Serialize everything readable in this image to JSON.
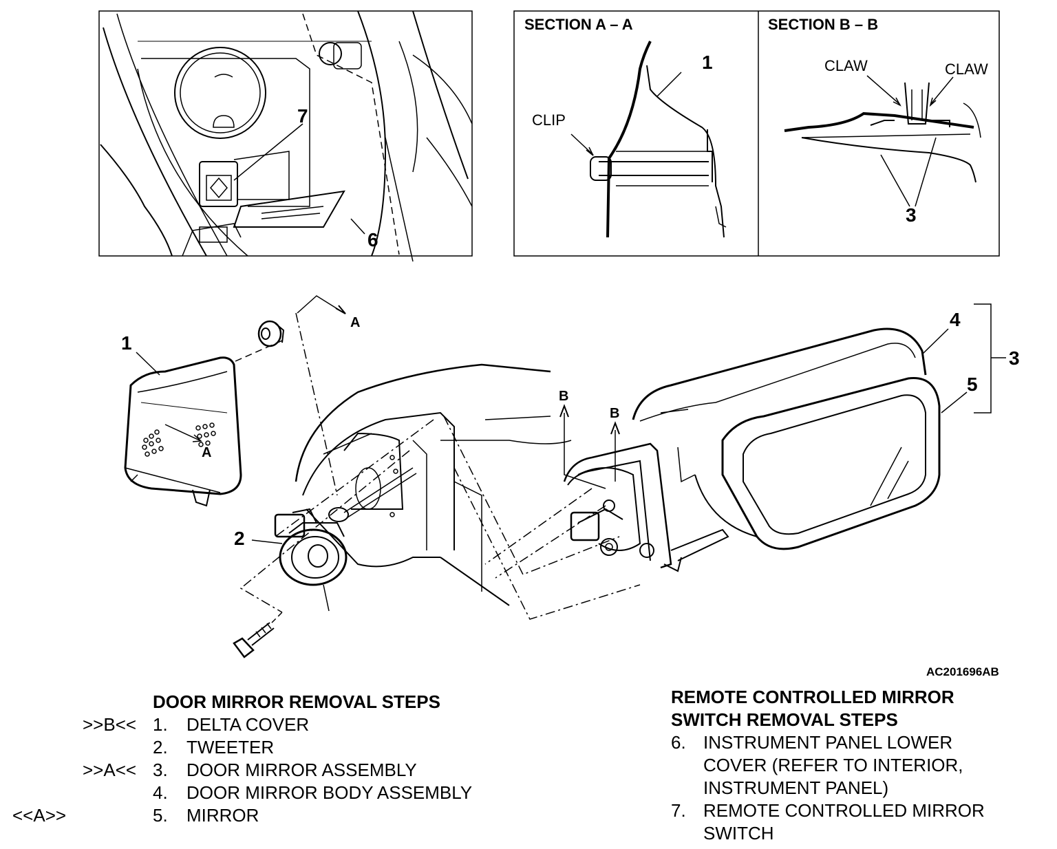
{
  "figure_code": "AC201696AB",
  "inset_sections": {
    "section_a": "SECTION A – A",
    "section_b": "SECTION B – B",
    "clip": "CLIP",
    "claw_left": "CLAW",
    "claw_right": "CLAW"
  },
  "callouts": {
    "n1": "1",
    "n2": "2",
    "n3": "3",
    "n4": "4",
    "n5": "5",
    "n6": "6",
    "n7": "7",
    "arrow_a": "A",
    "arrow_b1": "B",
    "arrow_b2": "B",
    "delta_a": "A"
  },
  "door_mirror_steps": {
    "title": "DOOR MIRROR REMOVAL STEPS",
    "items": [
      {
        "mark": ">>B<<",
        "index": "1.",
        "text": "DELTA COVER"
      },
      {
        "mark": "",
        "index": "2.",
        "text": "TWEETER"
      },
      {
        "mark": ">>A<<",
        "index": "3.",
        "text": "DOOR MIRROR ASSEMBLY"
      },
      {
        "mark": "",
        "index": "4.",
        "text": "DOOR MIRROR BODY ASSEMBLY"
      },
      {
        "mark": "<<A>>",
        "index": "5.",
        "text": "MIRROR"
      }
    ]
  },
  "switch_steps": {
    "title_line1": "REMOTE CONTROLLED MIRROR",
    "title_line2": "SWITCH REMOVAL STEPS",
    "items": [
      {
        "index": "6.",
        "line1": "INSTRUMENT PANEL LOWER",
        "line2": "COVER (REFER TO INTERIOR,",
        "line3": "INSTRUMENT PANEL)"
      },
      {
        "index": "7.",
        "line1": "REMOTE CONTROLLED MIRROR",
        "line2": "SWITCH"
      }
    ]
  }
}
